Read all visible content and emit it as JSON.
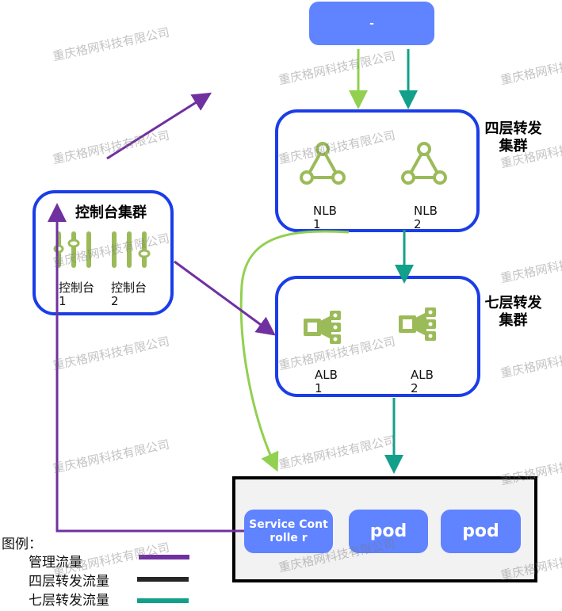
{
  "top_box": {
    "label": "-"
  },
  "l4": {
    "title_line1": "四层转发",
    "title_line2": "集群",
    "items": [
      {
        "name": "NLB",
        "num": "1"
      },
      {
        "name": "NLB",
        "num": "2"
      }
    ]
  },
  "l7": {
    "title_line1": "七层转发",
    "title_line2": "集群",
    "items": [
      {
        "name": "ALB",
        "num": "1"
      },
      {
        "name": "ALB",
        "num": "2"
      }
    ]
  },
  "console": {
    "title": "控制台集群",
    "items": [
      {
        "name": "控制台",
        "num": "1"
      },
      {
        "name": "控制台",
        "num": "2"
      }
    ]
  },
  "node": {
    "service_controller": "Service Controlle r",
    "pods": [
      "pod",
      "pod"
    ]
  },
  "legend": {
    "title": "图例：",
    "items": [
      {
        "label": "管理流量",
        "color": "#7030a0"
      },
      {
        "label": "四层转发流量",
        "color": "#262626"
      },
      {
        "label": "七层转发流量",
        "color": "#13a08a"
      }
    ]
  },
  "colors": {
    "accent_blue": "#6083ff",
    "border_blue": "#1a3de8",
    "green": "#92d050",
    "icon_green": "#9bbb59",
    "teal": "#13a08a",
    "purple": "#7030a0"
  },
  "watermark": "重庆格网科技有限公司"
}
